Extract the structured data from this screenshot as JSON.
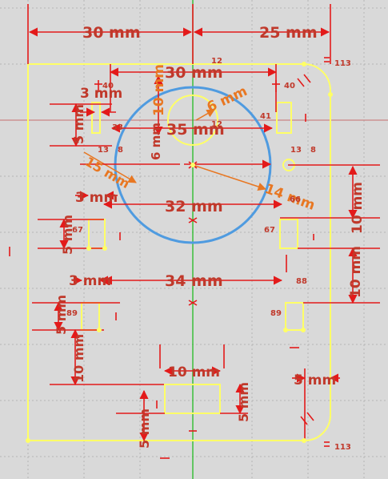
{
  "colors": {
    "background": "#d9d9d9",
    "grid": "#b5b5b5",
    "dimension": "#e31a1a",
    "dim_text": "#c0392b",
    "geometry": "#ffff66",
    "circle": "#4f9be0",
    "axis_v": "#22bb22",
    "axis_h": "#c87070",
    "orange": "#e87722"
  },
  "dims": {
    "top_left": "30 mm",
    "top_right": "25 mm",
    "inner_30": "30 mm",
    "vert_10": "10 mm",
    "radius_6": "6 mm",
    "dia_35": "35 mm",
    "rad_14": "14 mm",
    "rad_15": "15 mm",
    "dim_32": "32 mm",
    "right_10a": "10 mm",
    "right_10b": "10 mm",
    "dim_34": "34 mm",
    "left_3a": "3 mm",
    "left_3b": "3 mm",
    "left_3c": "3 mm",
    "left_5a": "5 mm",
    "left_5b": "5 mm",
    "left_5c": "5 mm",
    "left_10": "10 mm",
    "bottom_10": "10 mm",
    "bottom_5a": "5 mm",
    "bottom_5b": "5 mm",
    "right_5": "5 mm",
    "vert_5c": "6 mm"
  },
  "constraints": {
    "c12a": "12",
    "c12b": "12",
    "c113a": "113",
    "c113b": "113",
    "c40a": "40",
    "c40b": "40",
    "c41": "41",
    "c33": "33",
    "c13a": "13",
    "c8a": "8",
    "c13b": "13",
    "c8b": "8",
    "c66": "66",
    "c67a": "67",
    "c67b": "67",
    "c88": "88",
    "c89a": "89",
    "c89b": "89"
  }
}
